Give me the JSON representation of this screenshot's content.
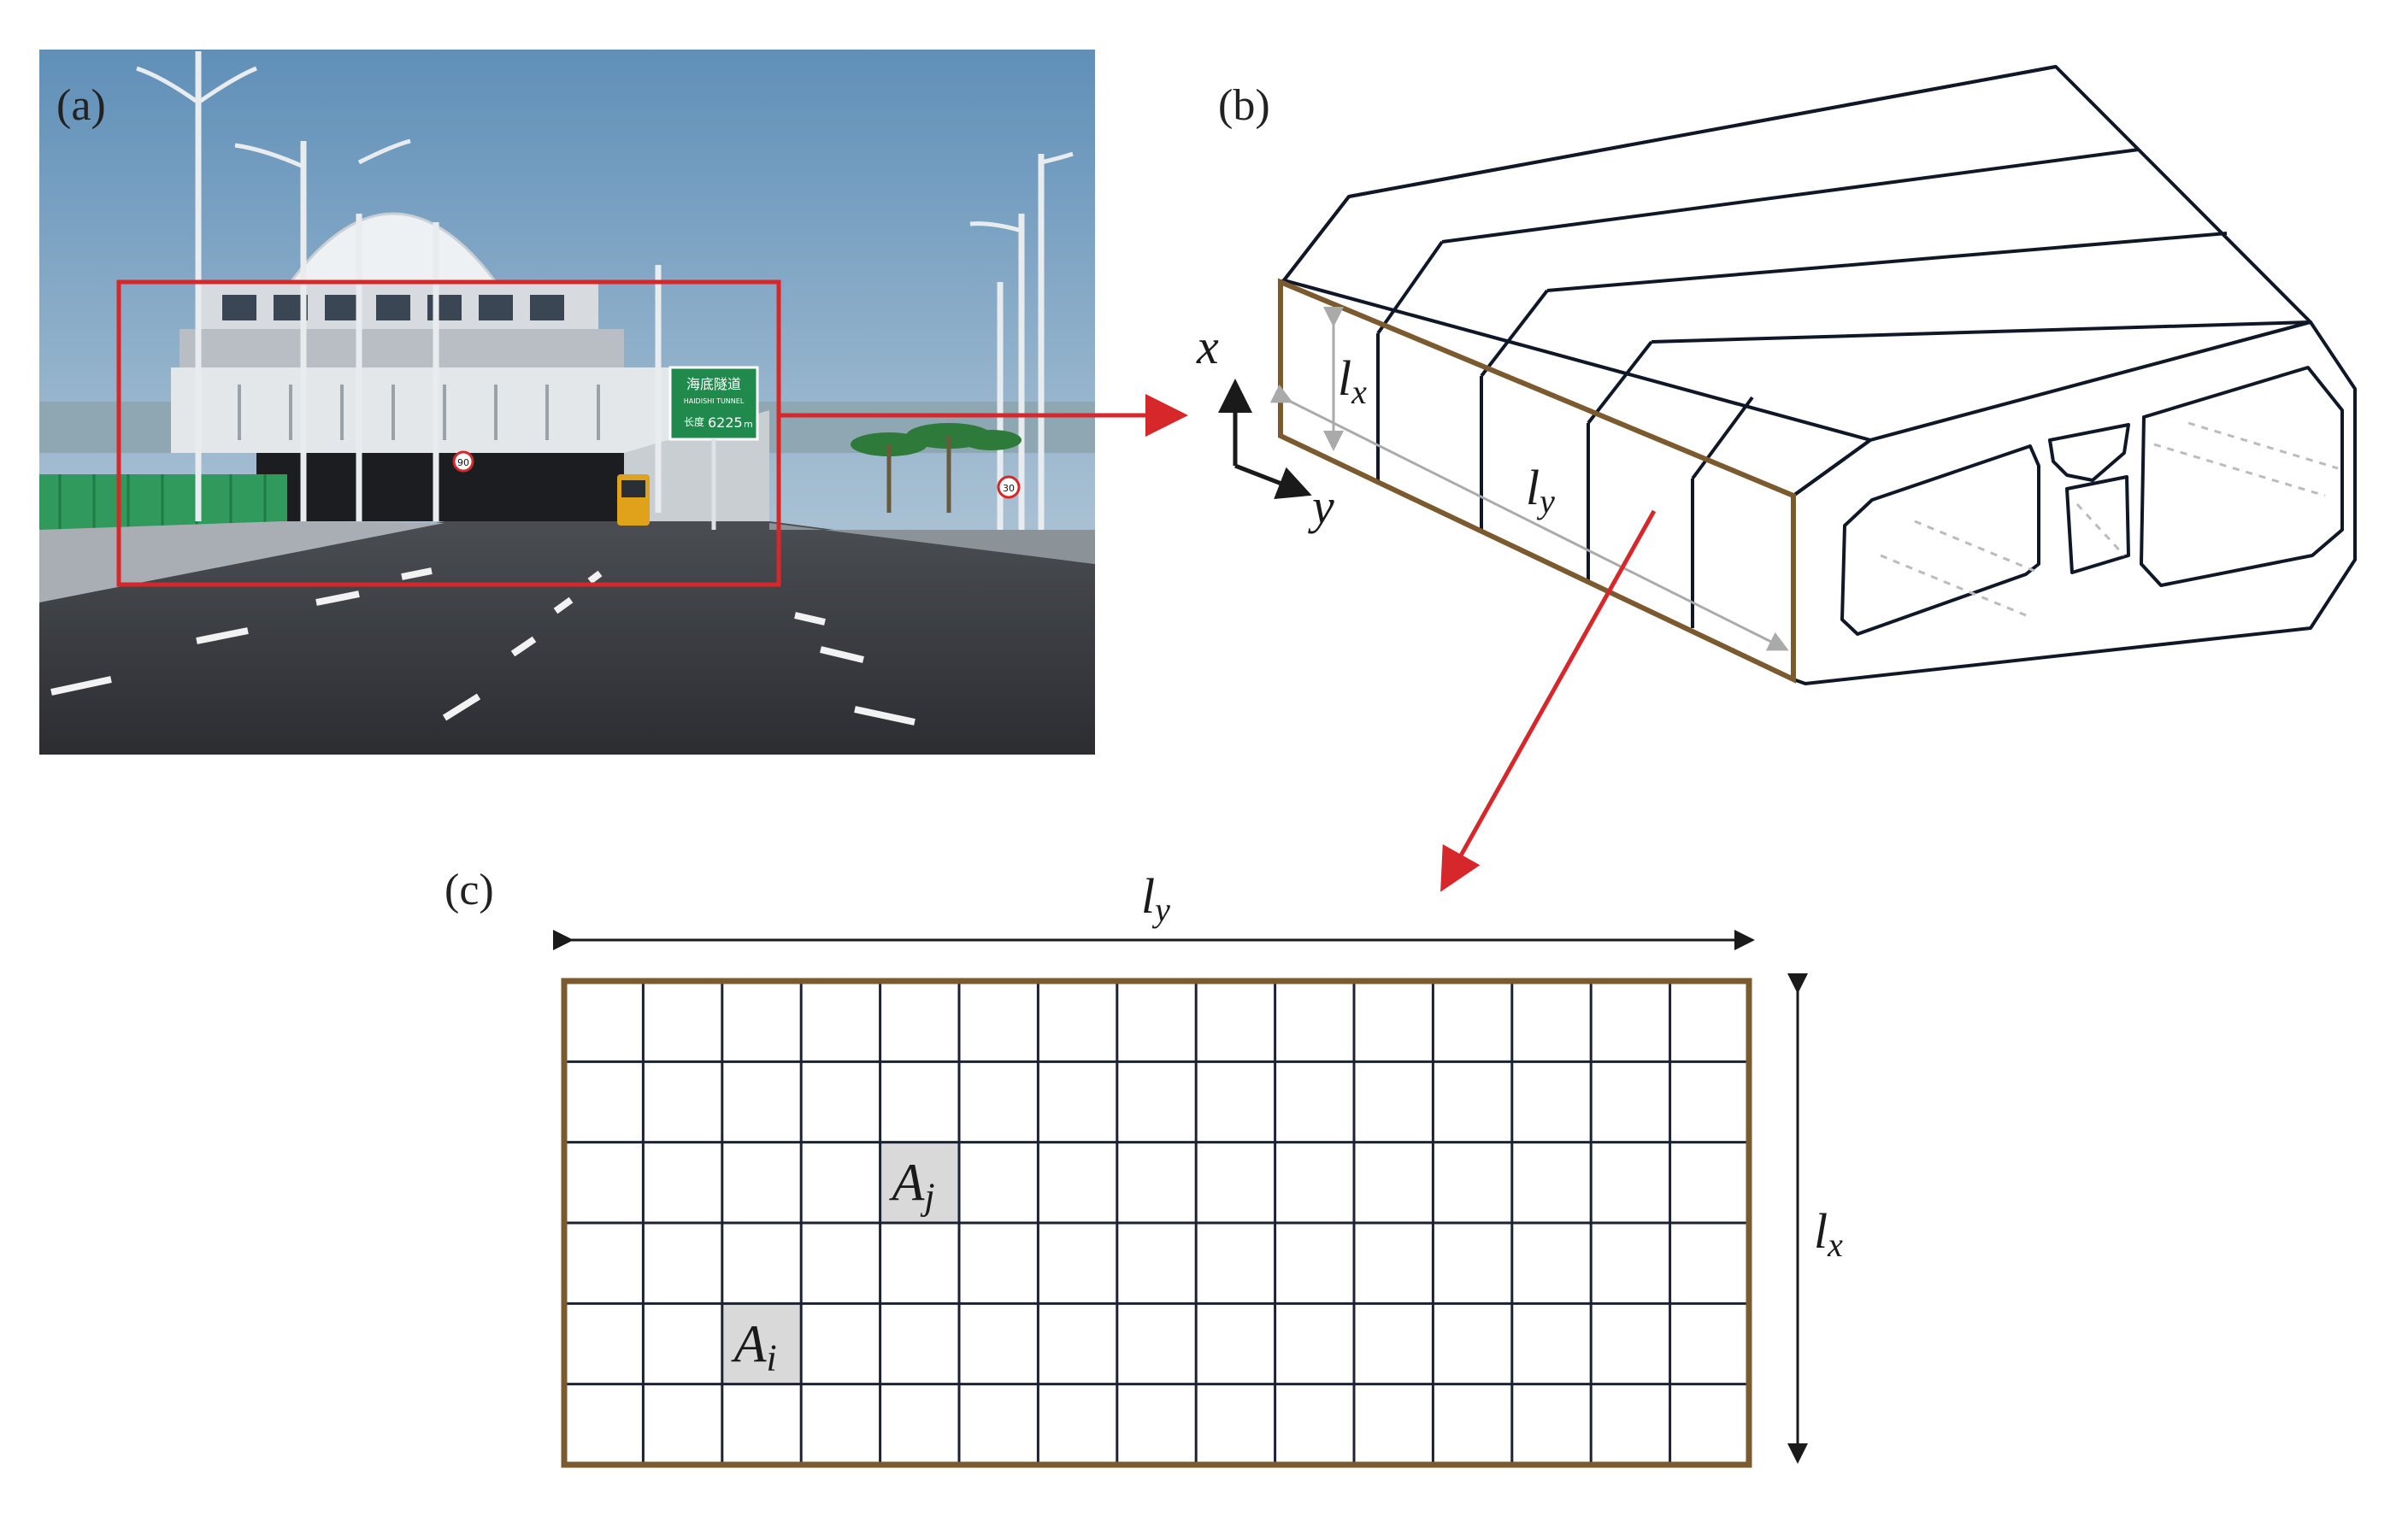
{
  "panels": {
    "a": {
      "label": "(a)"
    },
    "b": {
      "label": "(b)"
    },
    "c": {
      "label": "(c)"
    }
  },
  "photo": {
    "sign_title": "海底隧道",
    "sign_subtitle": "HAIDISHI TUNNEL",
    "sign_length_label": "长度",
    "sign_length_value": "6225",
    "sign_length_unit": "m",
    "speed_sign": "90",
    "speed_sign_2": "30"
  },
  "axes_b": {
    "x_label": "x",
    "y_label": "y",
    "lx_main": "l",
    "lx_sub": "x",
    "ly_main": "l",
    "ly_sub": "y"
  },
  "grid_c": {
    "cols": 15,
    "rows": 6,
    "ly_main": "l",
    "ly_sub": "y",
    "lx_main": "l",
    "lx_sub": "x",
    "highlighted": [
      {
        "main": "A",
        "sub": "j",
        "col": 4,
        "row": 2
      },
      {
        "main": "A",
        "sub": "i",
        "col": 2,
        "row": 4
      }
    ]
  },
  "colors": {
    "highlight_box": "#d6282b",
    "panel_outline": "#7a5a2e",
    "grid_lines": "#1c2233",
    "cell_fill": "#d9d9d9",
    "sky": "#7aa3c4",
    "sign_green": "#1f8a4c"
  }
}
